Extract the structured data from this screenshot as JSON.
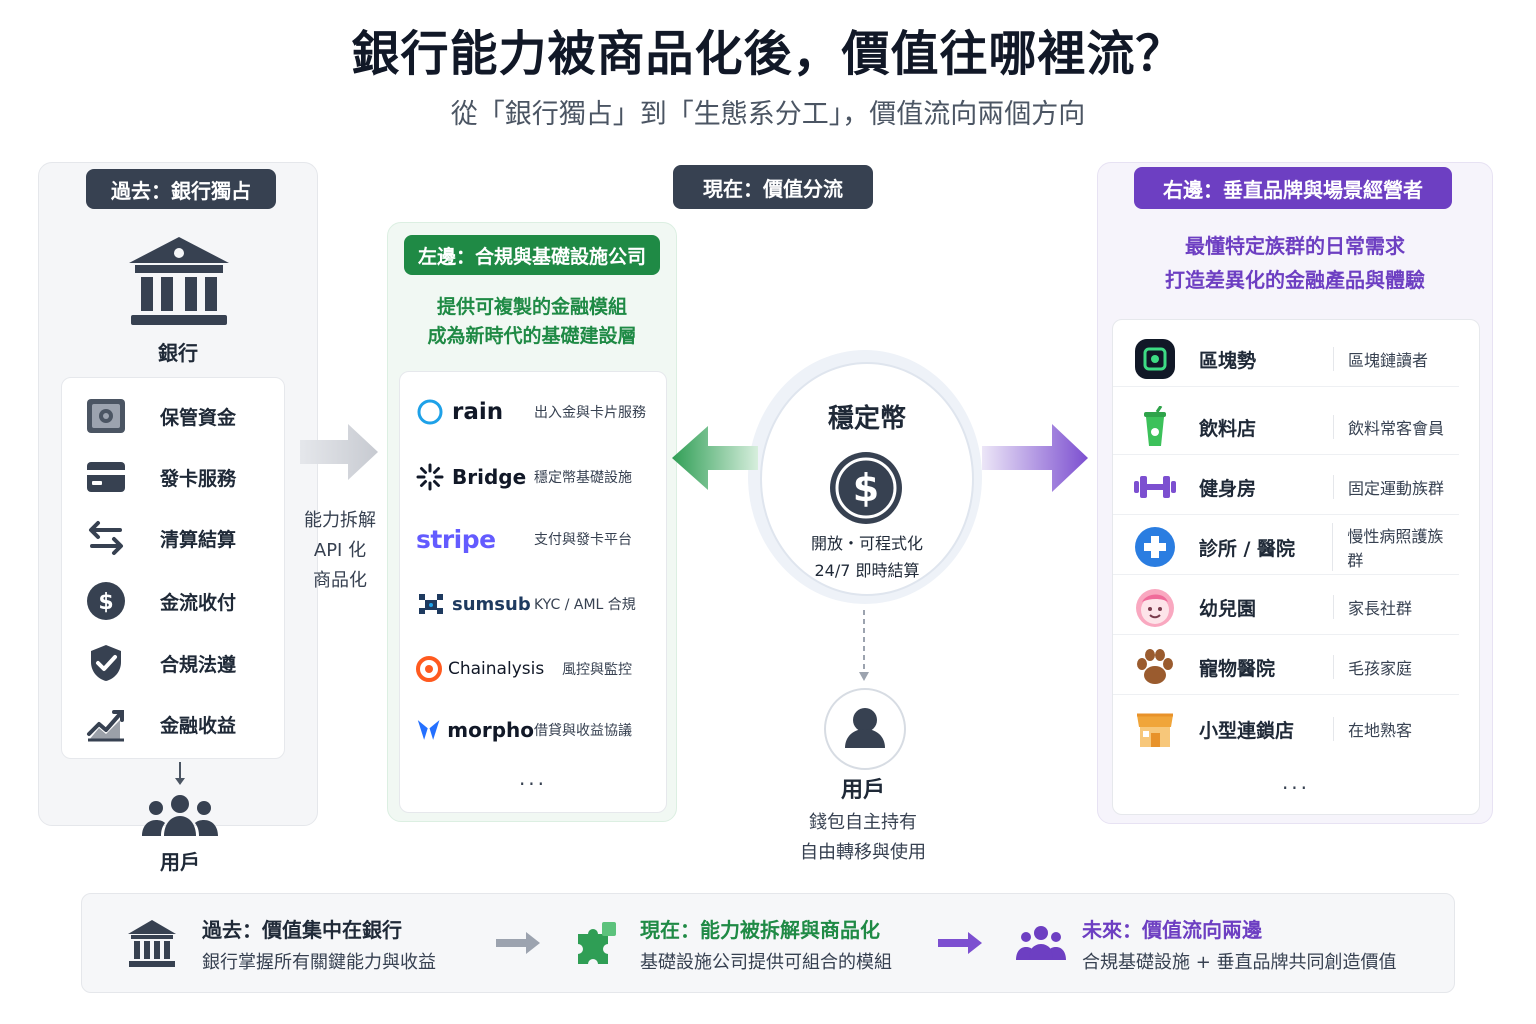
{
  "title": "銀行能力被商品化後，價值往哪裡流？",
  "subtitle": "從「銀行獨占」到「生態系分工」，價值流向兩個方向",
  "left": {
    "tag": "過去：銀行獨占",
    "bank_label": "銀行",
    "items": [
      {
        "label": "保管資金",
        "icon": "safe-icon"
      },
      {
        "label": "發卡服務",
        "icon": "card-icon"
      },
      {
        "label": "清算結算",
        "icon": "arrows-swap-icon"
      },
      {
        "label": "金流收付",
        "icon": "dollar-icon"
      },
      {
        "label": "合規法遵",
        "icon": "shield-check-icon"
      },
      {
        "label": "金融收益",
        "icon": "trend-up-icon"
      }
    ],
    "users_label": "用戶"
  },
  "transition": {
    "line1": "能力拆解",
    "line2": "API 化",
    "line3": "商品化"
  },
  "center": {
    "tag": "現在：價值分流",
    "stablecoin": "穩定幣",
    "feature1": "開放・可程式化",
    "feature2": "24/7 即時結算",
    "user_label": "用戶",
    "user_line1": "錢包自主持有",
    "user_line2": "自由轉移與使用"
  },
  "infra": {
    "tag": "左邊：合規與基礎設施公司",
    "desc1": "提供可複製的金融模組",
    "desc2": "成為新時代的基礎建設層",
    "providers": [
      {
        "name": "rain",
        "desc": "出入金與卡片服務"
      },
      {
        "name": "Bridge",
        "desc": "穩定幣基礎設施"
      },
      {
        "name": "stripe",
        "desc": "支付與發卡平台"
      },
      {
        "name": "sumsub",
        "desc": "KYC / AML 合規"
      },
      {
        "name": "Chainalysis",
        "desc": "風控與監控"
      },
      {
        "name": "morpho",
        "desc": "借貸與收益協議"
      }
    ],
    "more": "..."
  },
  "vertical": {
    "tag": "右邊：垂直品牌與場景經營者",
    "desc1": "最懂特定族群的日常需求",
    "desc2": "打造差異化的金融產品與體驗",
    "segments": [
      {
        "name": "區塊勢",
        "audience": "區塊鏈讀者",
        "icon": "blocktrend-logo-icon"
      },
      {
        "name": "飲料店",
        "audience": "飲料常客會員",
        "icon": "drink-cup-icon"
      },
      {
        "name": "健身房",
        "audience": "固定運動族群",
        "icon": "dumbbell-icon"
      },
      {
        "name": "診所 / 醫院",
        "audience": "慢性病照護族群",
        "icon": "medical-cross-icon"
      },
      {
        "name": "幼兒園",
        "audience": "家長社群",
        "icon": "child-face-icon"
      },
      {
        "name": "寵物醫院",
        "audience": "毛孩家庭",
        "icon": "paw-icon"
      },
      {
        "name": "小型連鎖店",
        "audience": "在地熟客",
        "icon": "store-icon"
      }
    ],
    "more": "..."
  },
  "bottom": {
    "past_title": "過去：價值集中在銀行",
    "past_sub": "銀行掌握所有關鍵能力與收益",
    "now_title": "現在：能力被拆解與商品化",
    "now_sub": "基礎設施公司提供可組合的模組",
    "future_title": "未來：價值流向兩邊",
    "future_sub": "合規基礎設施 + 垂直品牌共同創造價值"
  },
  "colors": {
    "dark": "#374151",
    "green": "#1f8a45",
    "purple": "#6d3fc2"
  }
}
